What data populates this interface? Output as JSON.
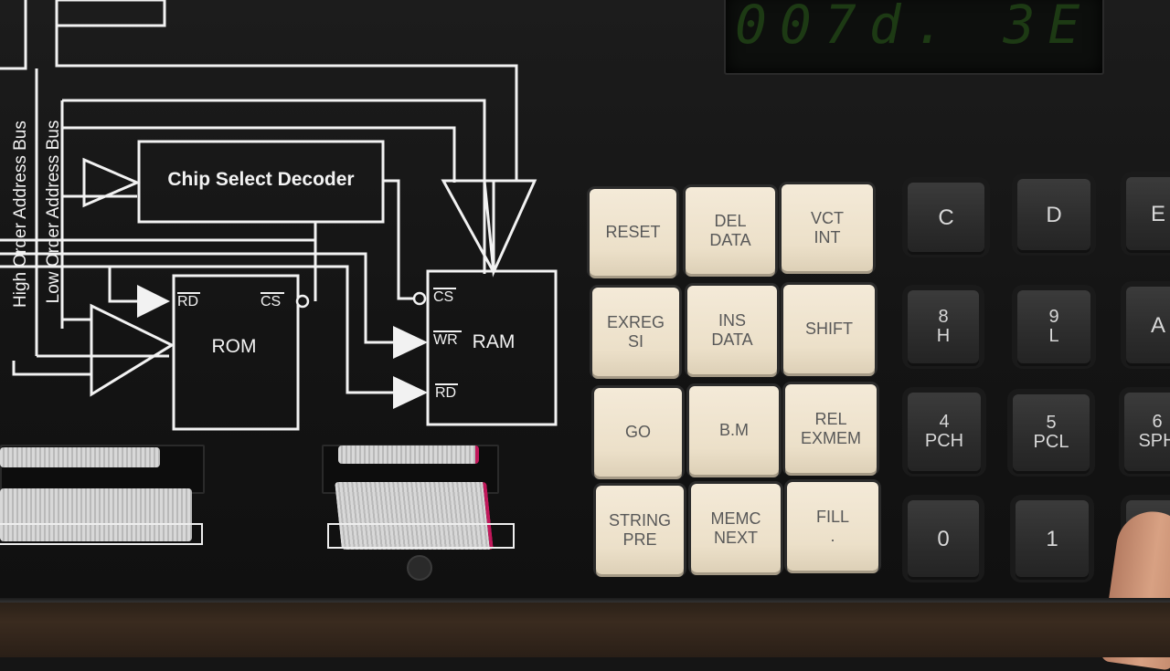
{
  "display": {
    "digits": "007d. 3E"
  },
  "labels": {
    "high_bus": "High Order Address Bus",
    "low_bus": "Low Order Address Bus",
    "chip_select": "Chip Select Decoder",
    "rom": "ROM",
    "ram": "RAM",
    "rd": "RD",
    "cs": "CS",
    "wr": "WR"
  },
  "keypad": {
    "cream": [
      {
        "line1": "RESET",
        "line2": ""
      },
      {
        "line1": "DEL",
        "line2": "DATA"
      },
      {
        "line1": "VCT",
        "line2": "INT"
      },
      {
        "line1": "EXREG",
        "line2": "SI"
      },
      {
        "line1": "INS",
        "line2": "DATA"
      },
      {
        "line1": "SHIFT",
        "line2": ""
      },
      {
        "line1": "GO",
        "line2": ""
      },
      {
        "line1": "B.M",
        "line2": ""
      },
      {
        "line1": "REL",
        "line2": "EXMEM"
      },
      {
        "line1": "STRING",
        "line2": "PRE"
      },
      {
        "line1": "MEMC",
        "line2": "NEXT"
      },
      {
        "line1": "FILL",
        "line2": "."
      }
    ],
    "dark": [
      {
        "line1": "C",
        "line2": ""
      },
      {
        "line1": "D",
        "line2": ""
      },
      {
        "line1": "E",
        "line2": ""
      },
      {
        "line1": "8",
        "line2": "H"
      },
      {
        "line1": "9",
        "line2": "L"
      },
      {
        "line1": "A",
        "line2": ""
      },
      {
        "line1": "4",
        "line2": "PCH"
      },
      {
        "line1": "5",
        "line2": "PCL"
      },
      {
        "line1": "6",
        "line2": "SPH"
      },
      {
        "line1": "0",
        "line2": ""
      },
      {
        "line1": "1",
        "line2": ""
      },
      {
        "line1": "",
        "line2": ""
      }
    ]
  }
}
